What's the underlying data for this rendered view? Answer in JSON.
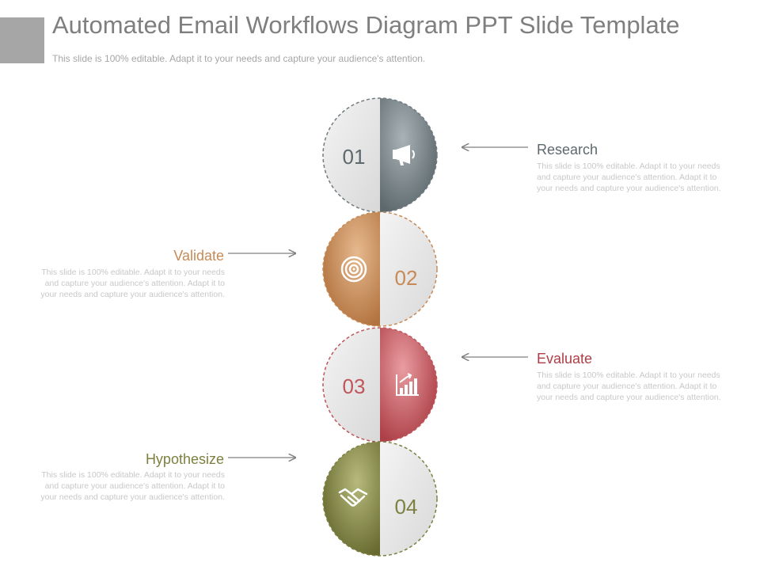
{
  "title": "Automated Email Workflows Diagram PPT Slide Template",
  "subtitle": "This slide is 100% editable. Adapt it to your needs and capture your audience's attention.",
  "colors": {
    "step1": "#6f7b80",
    "step2": "#c88a55",
    "step3": "#c0555c",
    "step4": "#7d8040",
    "disc": "#e6e6e6"
  },
  "steps": [
    {
      "number": "01",
      "title": "Research",
      "icon": "megaphone-icon",
      "description": "This slide is 100% editable. Adapt it to your needs and capture your audience's attention. Adapt it to your needs and capture your audience's attention."
    },
    {
      "number": "02",
      "title": "Validate",
      "icon": "target-icon",
      "description": "This slide is 100% editable. Adapt it to your needs and capture your audience's attention. Adapt it to your needs and capture your audience's attention."
    },
    {
      "number": "03",
      "title": "Evaluate",
      "icon": "growth-chart-icon",
      "description": "This slide is 100% editable. Adapt it to your needs and capture your audience's attention. Adapt it to your needs and capture your audience's attention."
    },
    {
      "number": "04",
      "title": "Hypothesize",
      "icon": "handshake-icon",
      "description": "This slide is 100% editable. Adapt it to your needs and capture your audience's attention. Adapt it to your needs and capture your audience's attention."
    }
  ]
}
